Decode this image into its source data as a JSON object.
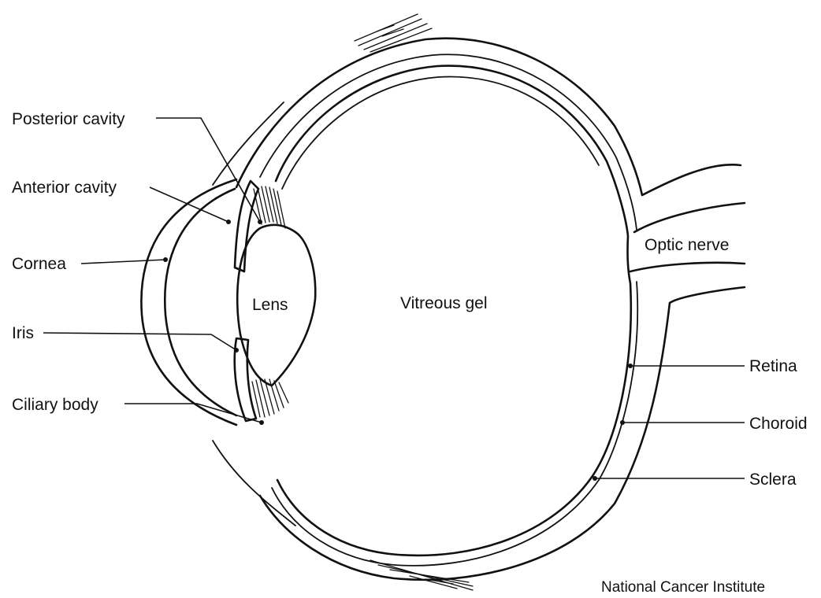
{
  "labels": {
    "posterior_cavity": "Posterior cavity",
    "anterior_cavity": "Anterior cavity",
    "cornea": "Cornea",
    "iris": "Iris",
    "ciliary_body": "Ciliary body",
    "lens": "Lens",
    "vitreous_gel": "Vitreous gel",
    "optic_nerve": "Optic nerve",
    "retina": "Retina",
    "choroid": "Choroid",
    "sclera": "Sclera"
  },
  "credit": "National Cancer Institute"
}
